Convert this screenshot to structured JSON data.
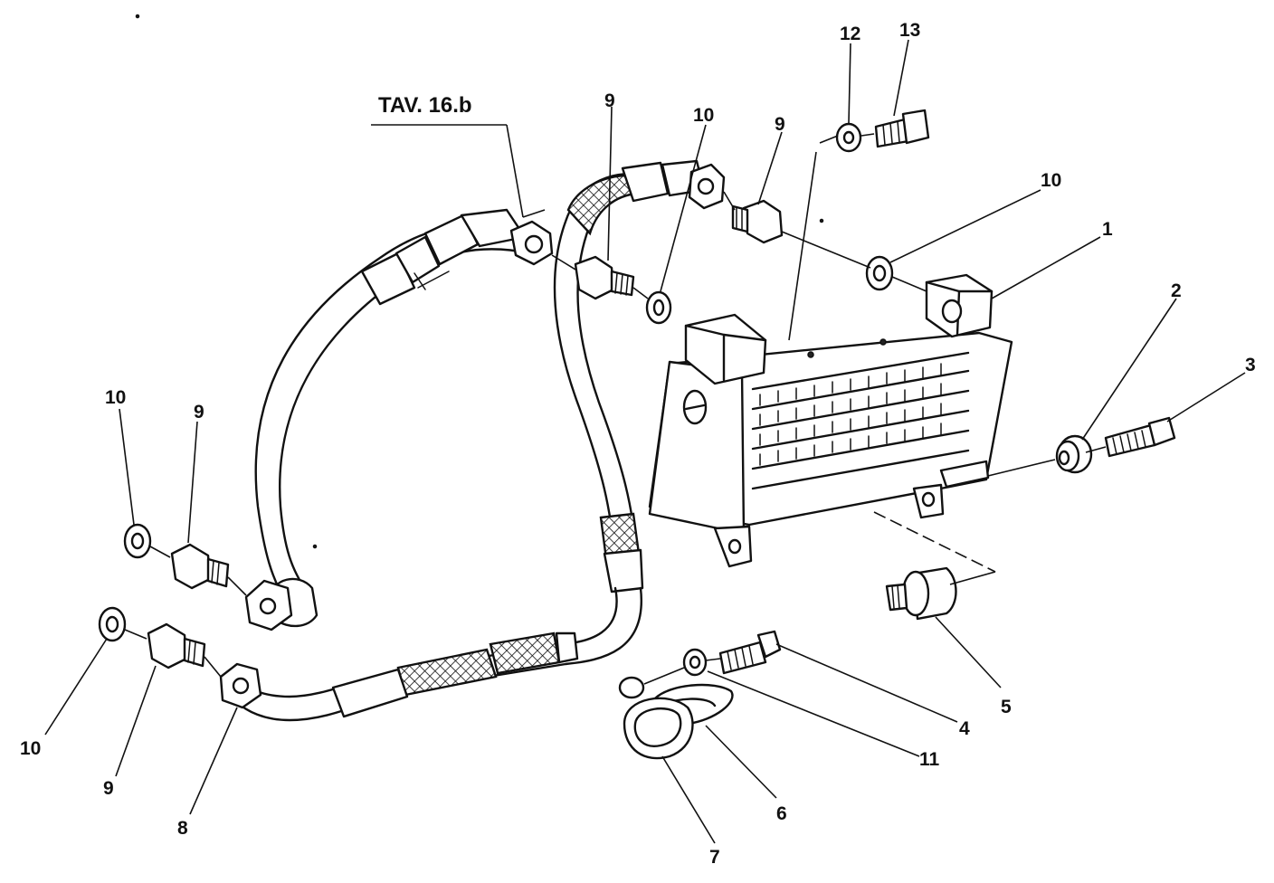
{
  "reference_label": "TAV. 16.b",
  "callouts": [
    {
      "id": "c1",
      "text": "1"
    },
    {
      "id": "c2",
      "text": "2"
    },
    {
      "id": "c3",
      "text": "3"
    },
    {
      "id": "c4",
      "text": "4"
    },
    {
      "id": "c5",
      "text": "5"
    },
    {
      "id": "c6",
      "text": "6"
    },
    {
      "id": "c7",
      "text": "7"
    },
    {
      "id": "c8",
      "text": "8"
    },
    {
      "id": "c9a",
      "text": "9"
    },
    {
      "id": "c9b",
      "text": "9"
    },
    {
      "id": "c9c",
      "text": "9"
    },
    {
      "id": "c9d",
      "text": "9"
    },
    {
      "id": "c10a",
      "text": "10"
    },
    {
      "id": "c10b",
      "text": "10"
    },
    {
      "id": "c10c",
      "text": "10"
    },
    {
      "id": "c10d",
      "text": "10"
    },
    {
      "id": "c11",
      "text": "11"
    },
    {
      "id": "c12",
      "text": "12"
    },
    {
      "id": "c13",
      "text": "13"
    }
  ]
}
